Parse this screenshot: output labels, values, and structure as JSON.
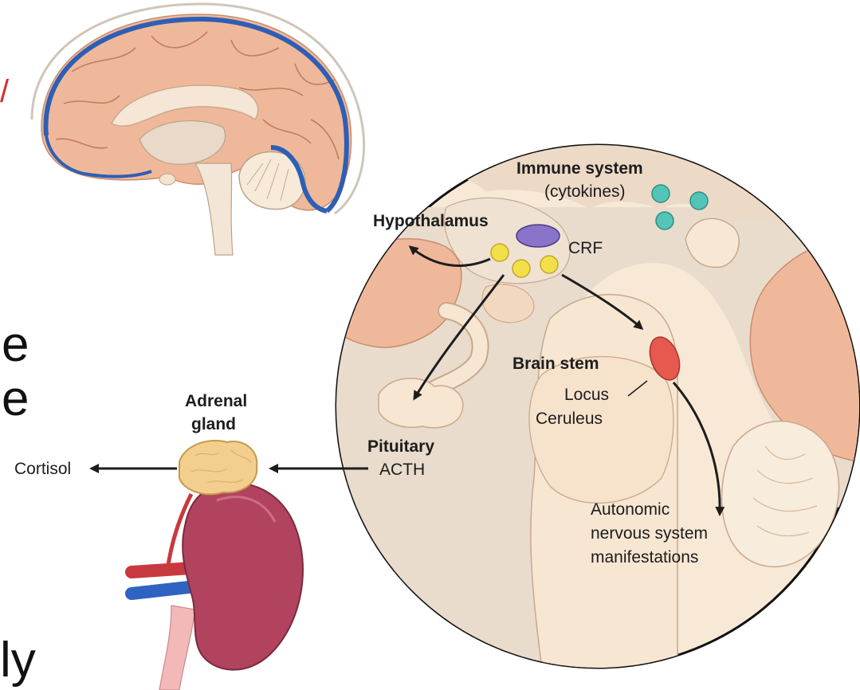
{
  "labels": {
    "immune_system": "Immune system",
    "cytokines": "(cytokines)",
    "hypothalamus": "Hypothalamus",
    "crf": "CRF",
    "brain_stem": "Brain stem",
    "locus": "Locus",
    "ceruleus": "Ceruleus",
    "pituitary": "Pituitary",
    "acth": "ACTH",
    "adrenal": "Adrenal",
    "gland": "gland",
    "cortisol": "Cortisol",
    "autonomic_1": "Autonomic",
    "autonomic_2": "nervous system",
    "autonomic_3": "manifestations"
  },
  "slide_text_fragments": {
    "frag_1": "e",
    "frag_2": "e",
    "frag_3": "ly",
    "frag_4": "/"
  },
  "colors": {
    "brain_tissue": "#f0b89a",
    "deep_tissue": "#f5dcc6",
    "dura_blue": "#2e5fb4",
    "crf_purple": "#8a73c8",
    "neuron_yellow": "#f2e04a",
    "cytokine_teal": "#55c4b8",
    "locus_red": "#e5594f",
    "kidney": "#b2435f",
    "adrenal": "#f2cf8e",
    "artery": "#c8393f",
    "vein": "#2f63c1"
  }
}
